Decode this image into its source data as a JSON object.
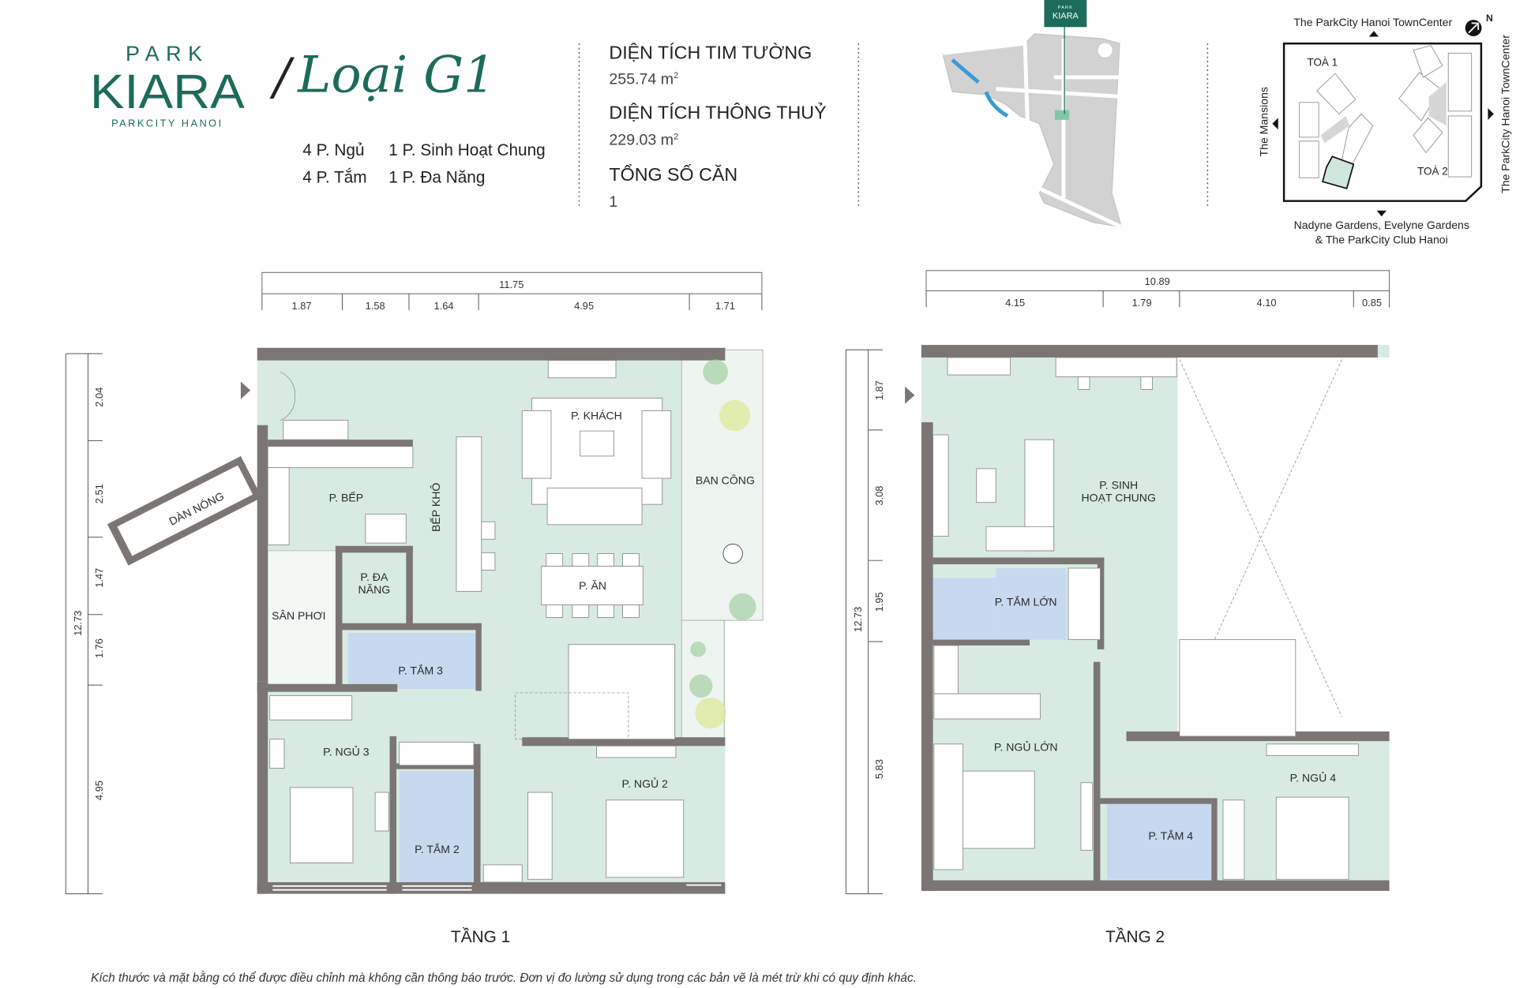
{
  "brand": {
    "line1": "PARK",
    "line2": "KIARA",
    "line3": "PARKCITY HANOI",
    "color": "#1c6b5b"
  },
  "unit_type": {
    "slash": "/",
    "title": "Loại G1"
  },
  "rooms_summary": {
    "bedrooms": "4 P. Ngủ",
    "bathrooms": "4 P. Tắm",
    "living": "1 P. Sinh Hoạt Chung",
    "multi": "1 P. Đa Năng"
  },
  "areas": {
    "wall_area_label": "DIỆN TÍCH TIM TƯỜNG",
    "wall_area_value": "255.74 m",
    "wall_area_sup": "2",
    "net_area_label": "DIỆN TÍCH THÔNG THUỶ",
    "net_area_value": "229.03 m",
    "net_area_sup": "2",
    "count_label": "TỔNG SỐ CĂN",
    "count_value": "1"
  },
  "location_map": {
    "logo_line1": "PARK",
    "logo_line2": "KIARA"
  },
  "site_plan": {
    "north": "N",
    "top": "The ParkCity Hanoi TownCenter",
    "right": "The ParkCity Hanoi TownCenter",
    "left": "The Mansions",
    "bottom1": "Nadyne Gardens, Evelyne Gardens",
    "bottom2": "& The ParkCity Club Hanoi",
    "tower1": "TOÀ 1",
    "tower2": "TOÀ 2"
  },
  "floor1": {
    "title": "TẦNG 1",
    "total_width": "11.75",
    "widths": [
      "1.87",
      "1.58",
      "1.64",
      "4.95",
      "1.71"
    ],
    "total_depth": "12.73",
    "depths": [
      "2.04",
      "2.51",
      "1.47",
      "1.76",
      "4.95"
    ],
    "rooms": {
      "living": "P. KHÁCH",
      "kitchen": "P. BẾP",
      "pantry": "BẾP KHÔ",
      "balcony": "BAN CÔNG",
      "ac": "DÀN NÓNG",
      "multi1": "P. ĐA",
      "multi2": "NĂNG",
      "laundry": "SÂN PHƠI",
      "dining": "P. ĂN",
      "bath3": "P. TẮM 3",
      "bed3": "P. NGỦ 3",
      "bath2": "P. TẮM 2",
      "bed2": "P. NGỦ 2"
    }
  },
  "floor2": {
    "title": "TẦNG 2",
    "total_width": "10.89",
    "widths": [
      "4.15",
      "1.79",
      "4.10",
      "0.85"
    ],
    "total_depth": "12.73",
    "depths": [
      "1.87",
      "3.08",
      "1.95",
      "5.83"
    ],
    "rooms": {
      "family1": "P. SINH",
      "family2": "HOẠT CHUNG",
      "master_bath": "P. TẮM LỚN",
      "master_bed": "P. NGỦ LỚN",
      "bed4": "P. NGỦ 4",
      "bath4": "P. TẮM 4"
    }
  },
  "disclaimer": "Kích thước và mặt bằng có thể được điều chỉnh mà không cần thông báo trước. Đơn vị đo lường sử dụng trong các bản vẽ là mét trừ khi có quy định khác."
}
